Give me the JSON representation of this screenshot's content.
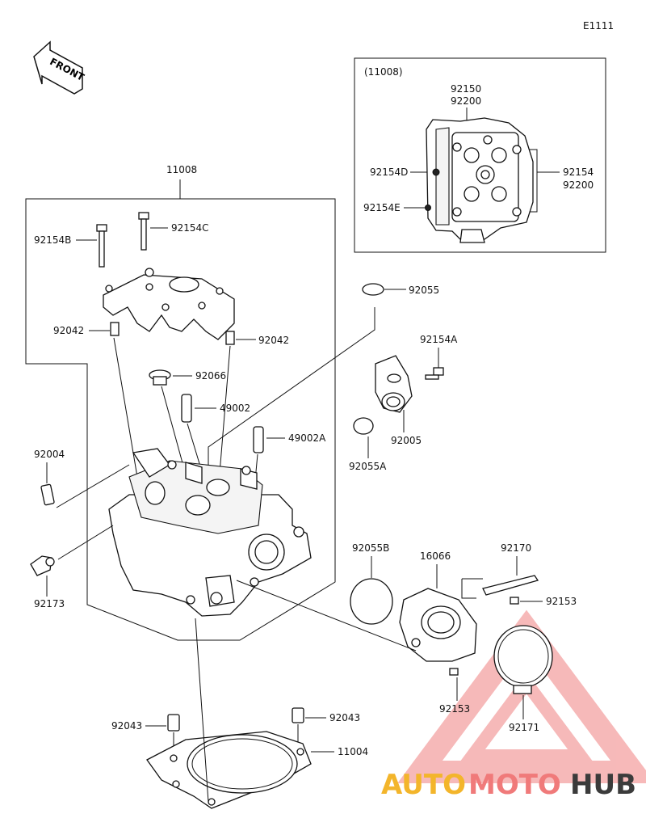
{
  "diagram_code": "E1111",
  "front_label": "FRONT",
  "inset": {
    "title": "(11008)",
    "labels": {
      "top1": "92150",
      "top2": "92200",
      "left1": "92154D",
      "left2": "92154E",
      "right1": "92154",
      "right2": "92200"
    }
  },
  "labels": {
    "p11008": "11008",
    "p92154B": "92154B",
    "p92154C": "92154C",
    "p92042_left": "92042",
    "p92042_right": "92042",
    "p92055": "92055",
    "p92154A": "92154A",
    "p92066": "92066",
    "p49002": "49002",
    "p49002A": "49002A",
    "p92005": "92005",
    "p92055A": "92055A",
    "p92004": "92004",
    "p92173": "92173",
    "p92055B": "92055B",
    "p16066": "16066",
    "p92170": "92170",
    "p92153_top": "92153",
    "p92153_bottom": "92153",
    "p92171": "92171",
    "p92043_left": "92043",
    "p92043_right": "92043",
    "p11004": "11004"
  },
  "watermark": {
    "text_auto": "AUTO",
    "text_moto": "MOTO",
    "text_hub": "HUB",
    "color_auto": "#f3b52b",
    "color_moto": "#f07a7a",
    "color_hub": "#3b3b3b",
    "triangle_color": "#f08080"
  }
}
